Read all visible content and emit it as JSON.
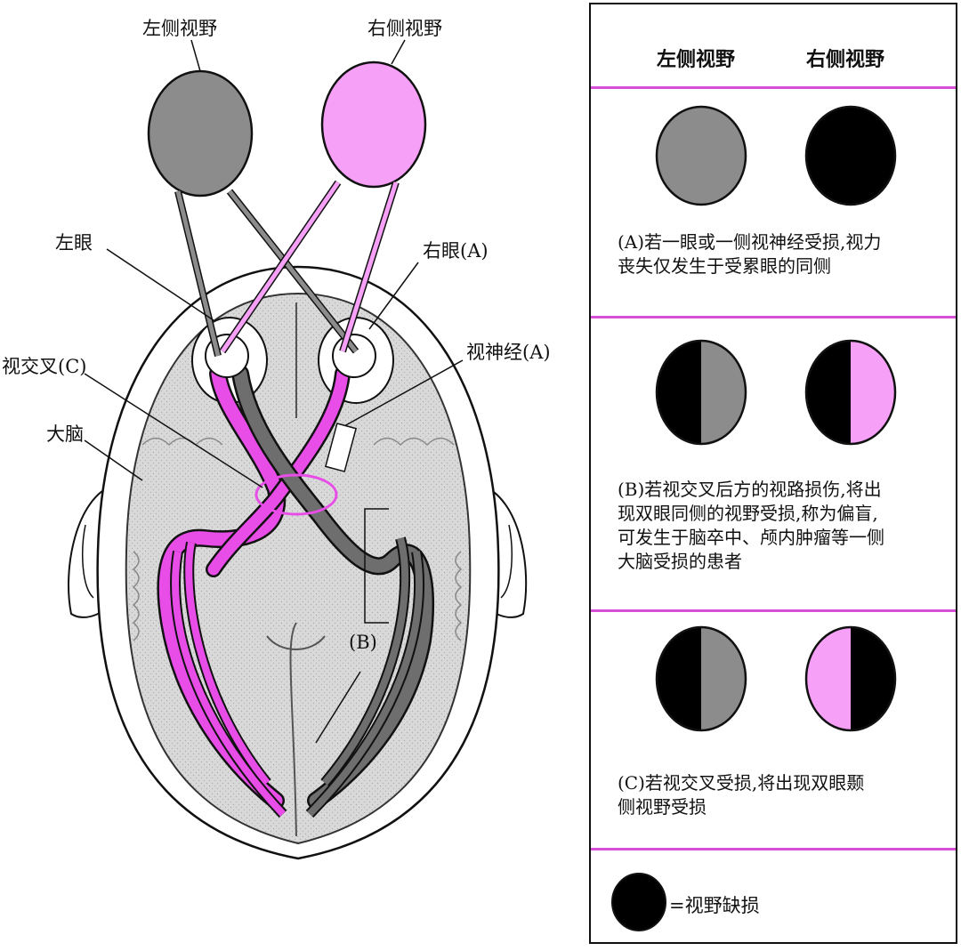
{
  "diagram": {
    "left_field_label": "左侧视野",
    "right_field_label": "右侧视野",
    "left_eye_label": "左眼",
    "right_eye_label": "右眼(A)",
    "optic_nerve_label": "视神经(A)",
    "chiasm_label": "视交叉(C)",
    "cerebrum_label": "大脑",
    "b_label": "(B)"
  },
  "panel": {
    "header_left": "左侧视野",
    "header_right": "右侧视野",
    "rows": [
      {
        "id": "A",
        "lines": [
          "(A)若一眼或一侧视神经受损,视力",
          "丧失仅发生于受累眼的同侧"
        ]
      },
      {
        "id": "B",
        "lines": [
          "(B)若视交叉后方的视路损伤,将出",
          "现双眼同侧的视野受损,称为偏盲,",
          "可发生于脑卒中、颅内肿瘤等一侧",
          "大脑受损的患者"
        ]
      },
      {
        "id": "C",
        "lines": [
          "(C)若视交叉受损,将出现双眼颞",
          "侧视野受损"
        ]
      }
    ],
    "legend_text": "=视野缺损"
  },
  "colors": {
    "left_field": "#8c8c8c",
    "right_field": "#f7a0f7",
    "defect": "#000000",
    "pathway_pink": "#e84de8",
    "pathway_gray": "#6e6e6e",
    "brain": "#d7d7d7",
    "separator": "#d64fd6"
  }
}
